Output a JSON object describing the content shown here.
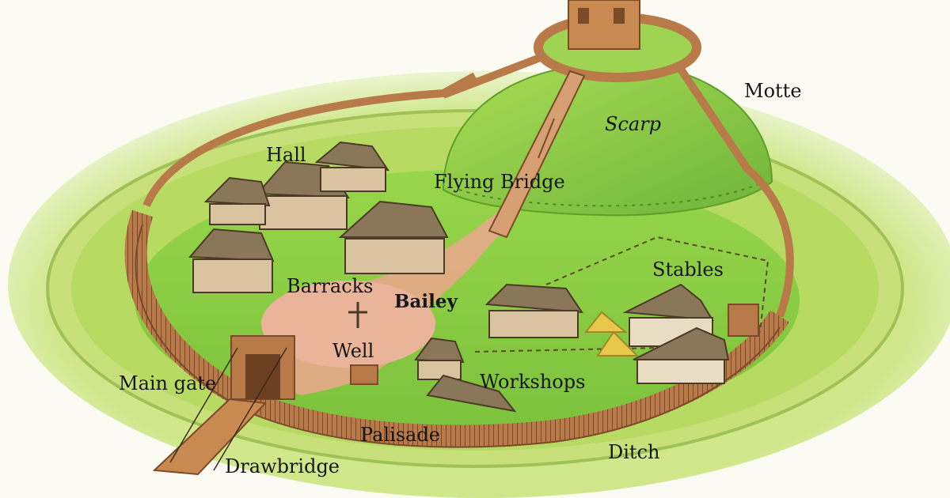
{
  "labels": {
    "motte": "Motte",
    "scarp": "Scarp",
    "hall": "Hall",
    "flying_bridge": "Flying Bridge",
    "stables": "Stables",
    "barracks": "Barracks",
    "bailey": "Bailey",
    "well": "Well",
    "main_gate": "Main gate",
    "workshops": "Workshops",
    "palisade": "Palisade",
    "ditch": "Ditch",
    "drawbridge": "Drawbridge"
  },
  "colors": {
    "grass_light": "#b9e06a",
    "grass": "#8fcf3f",
    "grass_dark": "#5f9e2a",
    "wood": "#b97a4a",
    "wood_dark": "#7a4a2a",
    "dirt_path": "#e8a98a",
    "roof": "#8a7658",
    "label_text": "#161616"
  }
}
